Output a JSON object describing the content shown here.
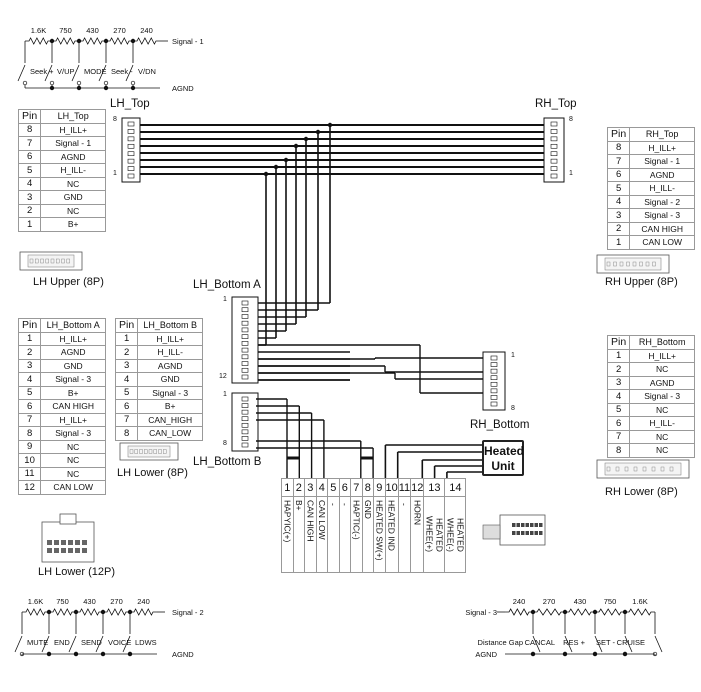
{
  "ladders": {
    "top": {
      "resistors": [
        "1.6K",
        "750",
        "430",
        "270",
        "240"
      ],
      "switches": [
        "Seek +",
        "V/UP",
        "MODE",
        "Seek -",
        "V/DN"
      ],
      "signal": "Signal - 1",
      "ground": "AGND"
    },
    "bottom_left": {
      "resistors": [
        "1.6K",
        "750",
        "430",
        "270",
        "240"
      ],
      "switches": [
        "MUTE",
        "END",
        "SEND",
        "VOICE",
        "LDWS"
      ],
      "signal": "Signal - 2",
      "ground": "AGND"
    },
    "bottom_right": {
      "resistors": [
        "240",
        "270",
        "430",
        "750",
        "1.6K"
      ],
      "switches": [
        "Distance Gap",
        "CANCAL",
        "RES +",
        "SET -",
        "CRUISE"
      ],
      "signal": "Signal - 3",
      "ground": "AGND"
    }
  },
  "connectors": {
    "lh_top": "LH_Top",
    "rh_top": "RH_Top",
    "lh_bottom_a": "LH_Bottom A",
    "lh_bottom_b": "LH_Bottom B",
    "rh_bottom": "RH_Bottom",
    "lh_upper": "LH Upper (8P)",
    "rh_upper": "RH Upper (8P)",
    "lh_lower_8p": "LH Lower (8P)",
    "rh_lower": "RH Lower (8P)",
    "lh_lower_12p": "LH Lower (12P)",
    "pin_labels": {
      "lh_top_hi": "8",
      "lh_top_lo": "1",
      "rh_top_hi": "8",
      "rh_top_lo": "1",
      "a_first": "1",
      "a_last": "12",
      "b_first": "1",
      "b_last": "8",
      "rh_b_first": "1",
      "rh_b_last": "8"
    }
  },
  "heated_unit": {
    "line1": "Heated",
    "line2": "Unit"
  },
  "tables": {
    "lh_top": {
      "header": [
        "Pin",
        "LH_Top"
      ],
      "rows": [
        [
          "8",
          "H_ILL+"
        ],
        [
          "7",
          "Signal - 1"
        ],
        [
          "6",
          "AGND"
        ],
        [
          "5",
          "H_ILL-"
        ],
        [
          "4",
          "NC"
        ],
        [
          "3",
          "GND"
        ],
        [
          "2",
          "NC"
        ],
        [
          "1",
          "B+"
        ]
      ]
    },
    "rh_top": {
      "header": [
        "Pin",
        "RH_Top"
      ],
      "rows": [
        [
          "8",
          "H_ILL+"
        ],
        [
          "7",
          "Signal - 1"
        ],
        [
          "6",
          "AGND"
        ],
        [
          "5",
          "H_ILL-"
        ],
        [
          "4",
          "Signal - 2"
        ],
        [
          "3",
          "Signal - 3"
        ],
        [
          "2",
          "CAN HIGH"
        ],
        [
          "1",
          "CAN LOW"
        ]
      ]
    },
    "lh_bottom_a": {
      "header": [
        "Pin",
        "LH_Bottom A"
      ],
      "rows": [
        [
          "1",
          "H_ILL+"
        ],
        [
          "2",
          "AGND"
        ],
        [
          "3",
          "GND"
        ],
        [
          "4",
          "Signal - 3"
        ],
        [
          "5",
          "B+"
        ],
        [
          "6",
          "CAN HIGH"
        ],
        [
          "7",
          "H_ILL+"
        ],
        [
          "8",
          "Signal - 3"
        ],
        [
          "9",
          "NC"
        ],
        [
          "10",
          "NC"
        ],
        [
          "11",
          "NC"
        ],
        [
          "12",
          "CAN LOW"
        ]
      ]
    },
    "lh_bottom_b": {
      "header": [
        "Pin",
        "LH_Bottom B"
      ],
      "rows": [
        [
          "1",
          "H_ILL+"
        ],
        [
          "2",
          "H_ILL-"
        ],
        [
          "3",
          "AGND"
        ],
        [
          "4",
          "GND"
        ],
        [
          "5",
          "Signal - 3"
        ],
        [
          "6",
          "B+"
        ],
        [
          "7",
          "CAN_HIGH"
        ],
        [
          "8",
          "CAN_LOW"
        ]
      ]
    },
    "rh_bottom": {
      "header": [
        "Pin",
        "RH_Bottom"
      ],
      "rows": [
        [
          "1",
          "H_ILL+"
        ],
        [
          "2",
          "NC"
        ],
        [
          "3",
          "AGND"
        ],
        [
          "4",
          "Signal - 3"
        ],
        [
          "5",
          "NC"
        ],
        [
          "6",
          "H_ILL-"
        ],
        [
          "7",
          "NC"
        ],
        [
          "8",
          "NC"
        ]
      ]
    }
  },
  "pin14": {
    "numbers": [
      "1",
      "2",
      "3",
      "4",
      "5",
      "6",
      "7",
      "8",
      "9",
      "10",
      "11",
      "12",
      "13",
      "14"
    ],
    "functions": [
      "HAPYIC(+)",
      "B+",
      "CAN HIGH",
      "CAN LOW",
      "-",
      "-",
      "HAPTIC(-)",
      "GND",
      "HEATED SW(+)",
      "HEATED IND",
      "-",
      "HORN",
      "HEATED WHEE(+)",
      "HEATED WHEE(-)"
    ]
  }
}
